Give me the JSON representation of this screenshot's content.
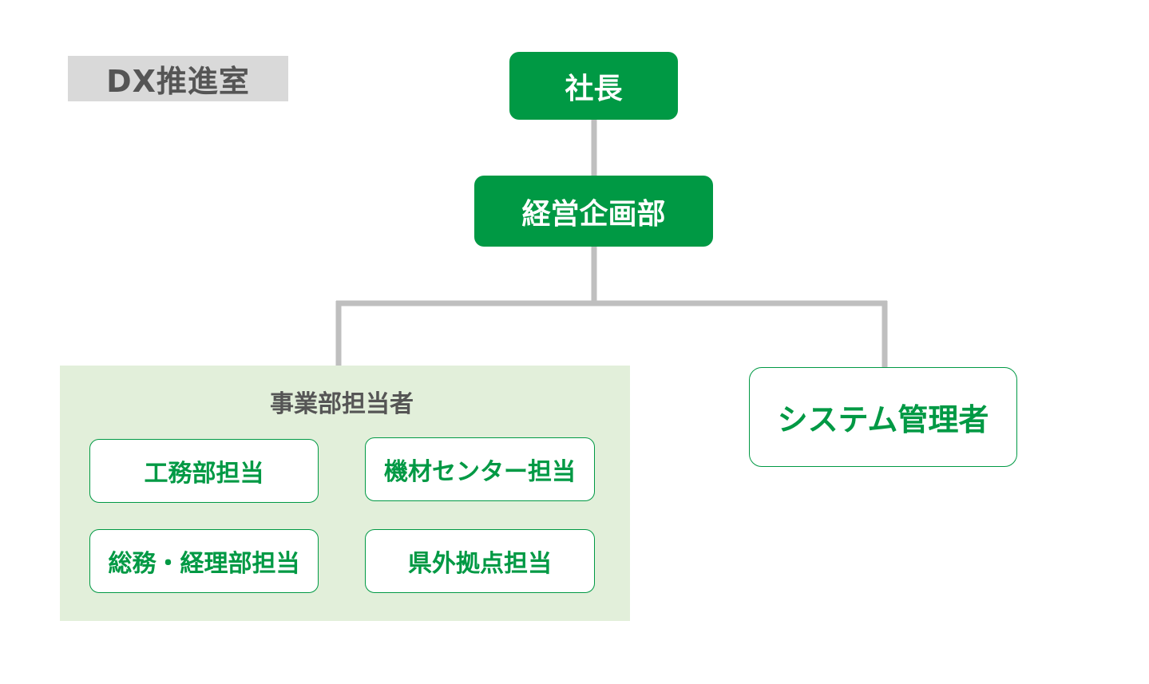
{
  "badge": {
    "label": "DX推進室"
  },
  "colors": {
    "primary_green": "#009944",
    "panel_green": "#e2efda",
    "connector_gray": "#bfbfbf",
    "badge_gray": "#d9d9d9",
    "text_gray": "#555555"
  },
  "org": {
    "ceo": "社長",
    "planning": "経営企画部",
    "system_admin": "システム管理者",
    "business_group": {
      "title": "事業部担当者",
      "members": [
        "工務部担当",
        "機材センター担当",
        "総務・経理部担当",
        "県外拠点担当"
      ]
    }
  }
}
